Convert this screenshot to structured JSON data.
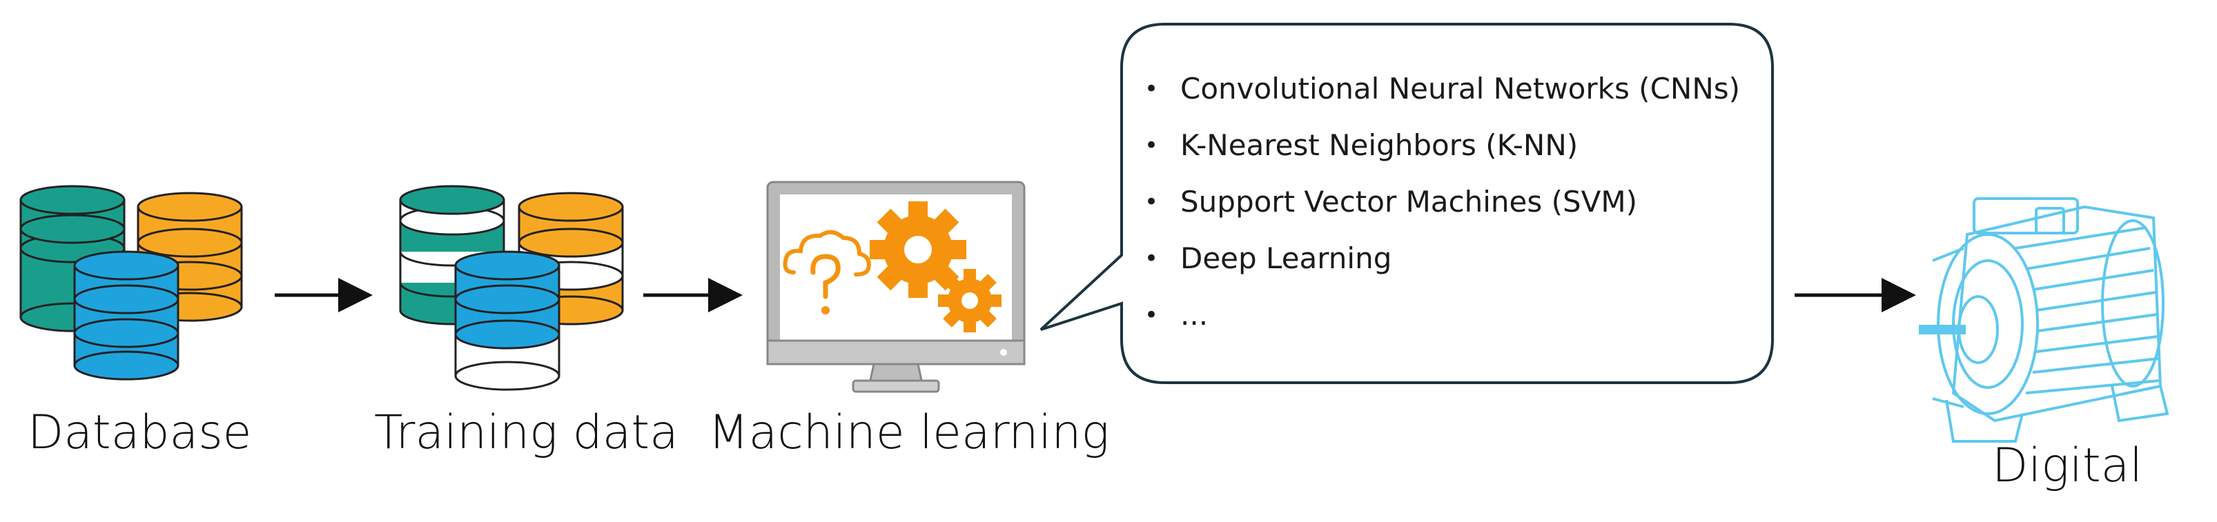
{
  "stages": {
    "database": "Database",
    "training": "Training data",
    "ml": "Machine learning",
    "digital": "Digital"
  },
  "methods": [
    "Convolutional Neural Networks (CNNs)",
    "K-Nearest Neighbors (K-NN)",
    "Support Vector Machines (SVM)",
    "Deep Learning",
    "..."
  ],
  "colors": {
    "teal": "#1a9e8c",
    "orange": "#f7a823",
    "blue": "#1fa3dd",
    "ml_orange": "#f5930f",
    "monitor_gray": "#b8b8b8",
    "motor_cyan": "#5fc8ee",
    "bubble_border": "#1c3440"
  },
  "icons": {
    "database": "database-stack-icon",
    "training": "training-data-stack-icon",
    "ml": "monitor-gears-icon",
    "digital": "electric-motor-icon"
  }
}
